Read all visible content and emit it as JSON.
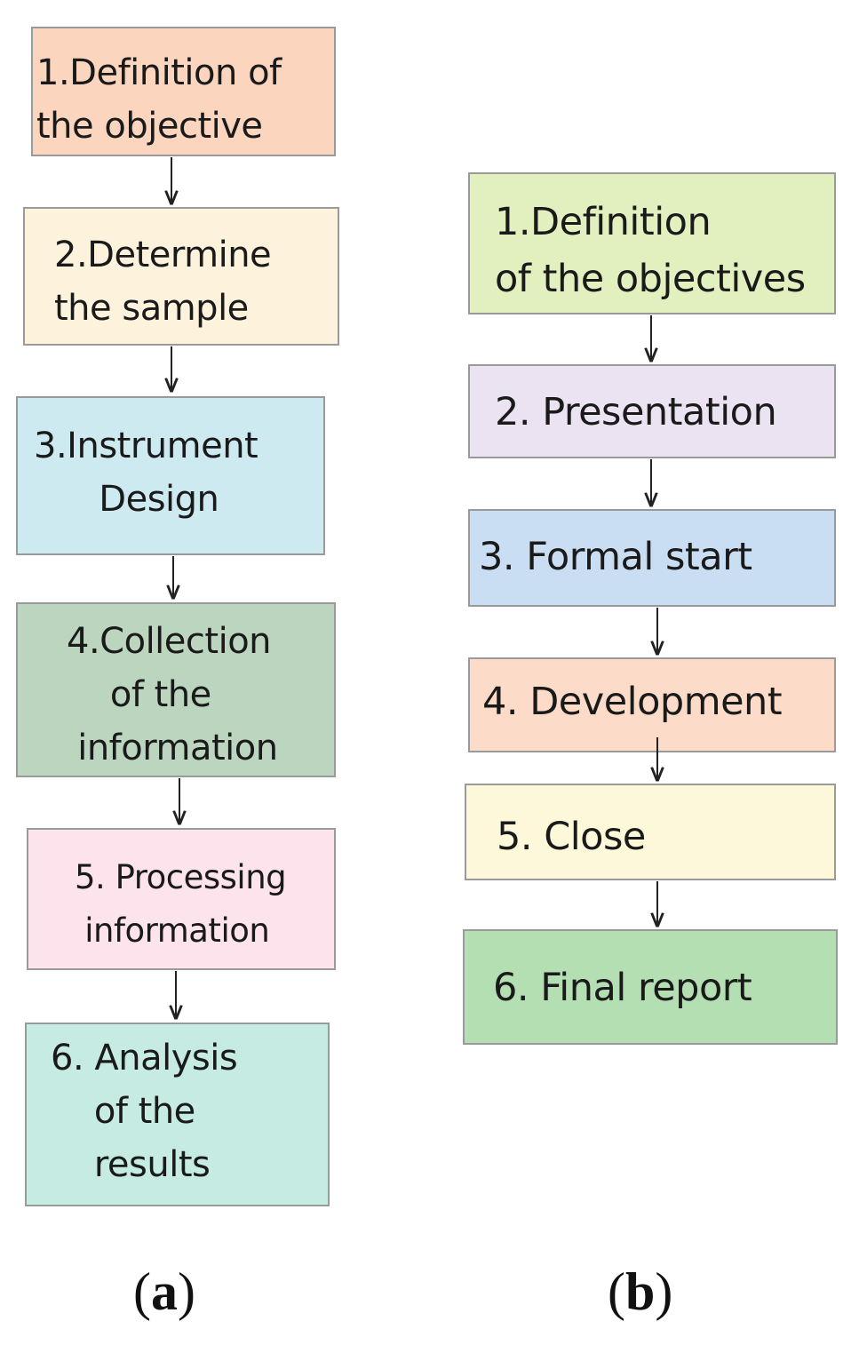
{
  "diagram_a": {
    "caption_open": "(",
    "caption_letter": "a",
    "caption_close": ")",
    "steps": [
      {
        "text": "1.Definition of\nthe objective",
        "color": "#fbd5bd"
      },
      {
        "text": "2.Determine\nthe sample",
        "color": "#fdf2dc"
      },
      {
        "text": "3.Instrument\n      Design",
        "color": "#cdeaf0"
      },
      {
        "text": "4.Collection\n    of the\n information",
        "color": "#bcd5bf"
      },
      {
        "text": "5. Processing\n information",
        "color": "#fde3ec"
      },
      {
        "text": "6. Analysis\n    of the\n    results",
        "color": "#c6ebe2"
      }
    ]
  },
  "diagram_b": {
    "caption_open": "(",
    "caption_letter": "b",
    "caption_close": ")",
    "steps": [
      {
        "text": "1.Definition\nof the objectives",
        "color": "#e2efbf"
      },
      {
        "text": "2. Presentation",
        "color": "#ece3f2"
      },
      {
        "text": "3. Formal start",
        "color": "#c9def2"
      },
      {
        "text": "4. Development",
        "color": "#fcdcc8"
      },
      {
        "text": "5. Close",
        "color": "#fcf8d9"
      },
      {
        "text": "6. Final report",
        "color": "#b3dfb2"
      }
    ]
  }
}
